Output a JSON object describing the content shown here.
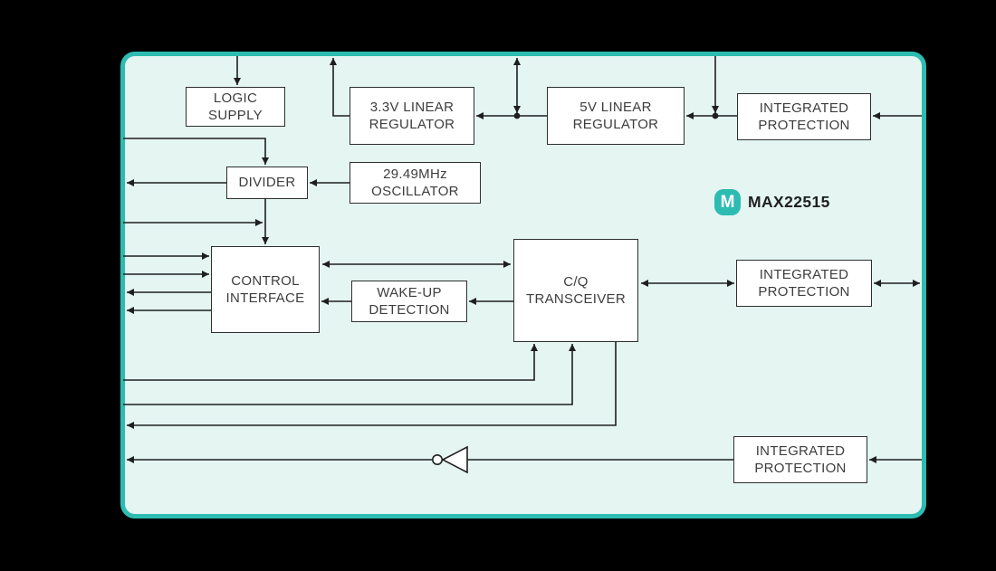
{
  "part": "MAX22515",
  "logo": {
    "monogram": "M",
    "part_number": "MAX22515"
  },
  "colors": {
    "accent_teal": "#2cbcb2",
    "canvas_bg": "#e4f5f2",
    "line": "#1f1f1f"
  },
  "blocks": {
    "logic_supply": {
      "l1": "LOGIC",
      "l2": "SUPPLY"
    },
    "reg33": {
      "l1": "3.3V LINEAR",
      "l2": "REGULATOR"
    },
    "reg5": {
      "l1": "5V LINEAR",
      "l2": "REGULATOR"
    },
    "prot_top": {
      "l1": "INTEGRATED",
      "l2": "PROTECTION"
    },
    "divider": {
      "l1": "DIVIDER"
    },
    "oscillator": {
      "l1": "29.49MHz",
      "l2": "OSCILLATOR"
    },
    "control_interface": {
      "l1": "CONTROL",
      "l2": "INTERFACE"
    },
    "wakeup": {
      "l1": "WAKE-UP",
      "l2": "DETECTION"
    },
    "cq": {
      "l1": "C/Q",
      "l2": "TRANSCEIVER"
    },
    "prot_mid": {
      "l1": "INTEGRATED",
      "l2": "PROTECTION"
    },
    "prot_bot": {
      "l1": "INTEGRATED",
      "l2": "PROTECTION"
    }
  }
}
